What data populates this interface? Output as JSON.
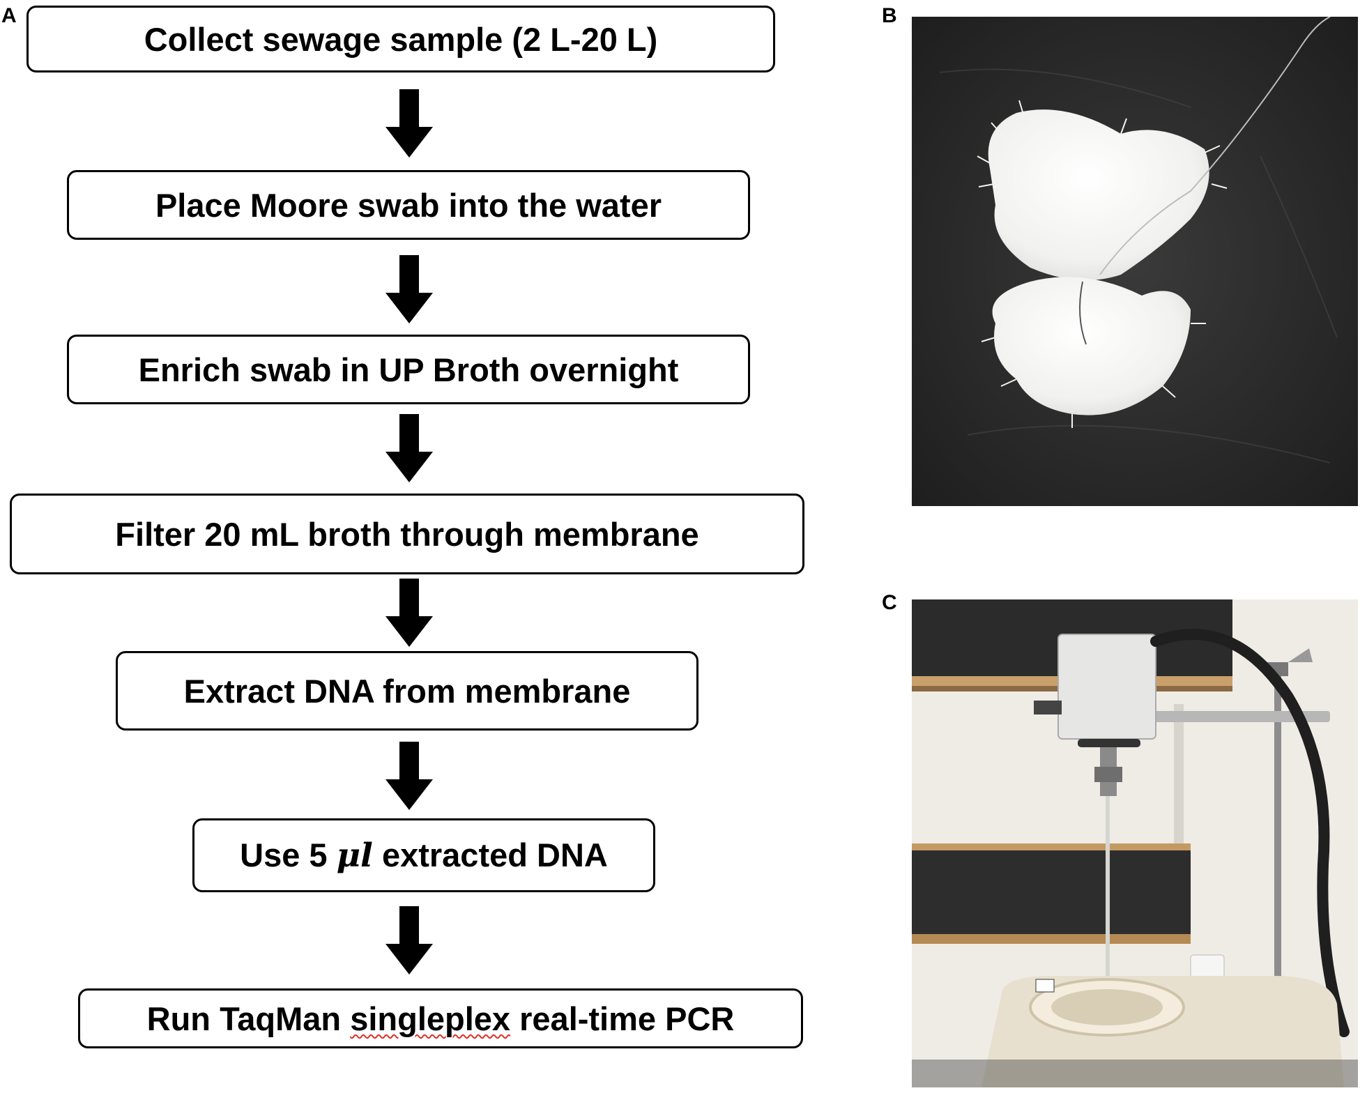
{
  "panels": {
    "a": {
      "letter": "A"
    },
    "b": {
      "letter": "B",
      "image": "moore-swab-photo"
    },
    "c": {
      "letter": "C",
      "image": "sampling-apparatus-photo"
    }
  },
  "steps": [
    {
      "text": "Collect sewage sample (2 L-20 L)"
    },
    {
      "text": "Place Moore swab into the water"
    },
    {
      "text": "Enrich swab in UP Broth overnight"
    },
    {
      "text": "Filter 20 mL broth through membrane"
    },
    {
      "text": "Extract DNA from membrane"
    },
    {
      "pre": "Use 5 ",
      "mu": "μl",
      "post": " extracted DNA"
    },
    {
      "pre": "Run TaqMan ",
      "underlined": "singleplex",
      "post": " real-time PCR"
    }
  ],
  "icons": {
    "arrow": "down-arrow-icon"
  },
  "colors": {
    "border": "#000000",
    "spellcheck_underline": "#e0302a",
    "background": "#ffffff"
  }
}
